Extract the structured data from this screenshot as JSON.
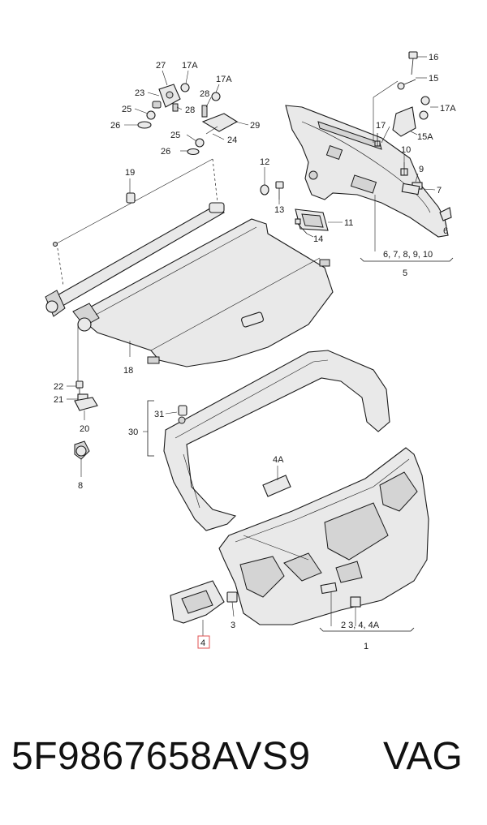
{
  "diagram": {
    "labels": {
      "l27": "27",
      "l17A_a": "17A",
      "l17A_b": "17A",
      "l17A_c": "17A",
      "l16": "16",
      "l15": "15",
      "l23": "23",
      "l28a": "28",
      "l28b": "28",
      "l25a": "25",
      "l25b": "25",
      "l26a": "26",
      "l26b": "26",
      "l29": "29",
      "l24": "24",
      "l17": "17",
      "l15A": "15A",
      "l10": "10",
      "l9": "9",
      "l7": "7",
      "l19": "19",
      "l12": "12",
      "l13": "13",
      "l11": "11",
      "l14": "14",
      "l6": "6",
      "l678910": "6, 7, 8, 9, 10",
      "l5": "5",
      "l18": "18",
      "l22": "22",
      "l21": "21",
      "l20": "20",
      "l8": "8",
      "l31": "31",
      "l30": "30",
      "l4A": "4A",
      "l4": "4",
      "l3": "3",
      "l234A": "2  3, 4, 4A",
      "l1": "1"
    }
  },
  "footer": {
    "part_number": "5F9867658AVS9",
    "brand": "VAG"
  }
}
